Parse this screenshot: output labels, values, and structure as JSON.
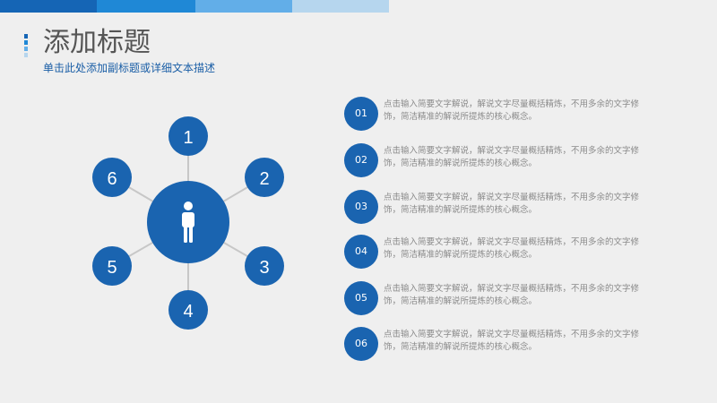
{
  "header": {
    "title": "添加标题",
    "subtitle": "单击此处添加副标题或详细文本描述"
  },
  "colors": {
    "primary": "#1a64b0",
    "connector": "#c7c7c7",
    "text_gray": "#8a8a8a",
    "subtitle_blue": "#1a5ea6",
    "topbar": [
      "#1565b5",
      "#1f88d6",
      "#62aee8",
      "#b6d6ee"
    ]
  },
  "center_icon": "person-icon",
  "nodes": [
    {
      "label": "1"
    },
    {
      "label": "2"
    },
    {
      "label": "3"
    },
    {
      "label": "4"
    },
    {
      "label": "5"
    },
    {
      "label": "6"
    }
  ],
  "items": [
    {
      "num": "01",
      "text": "点击输入简要文字解说，解说文字尽量概括精炼，不用多余的文字修饰，简洁精准的解说所提炼的核心概念。"
    },
    {
      "num": "02",
      "text": "点击输入简要文字解说，解说文字尽量概括精炼，不用多余的文字修饰，简洁精准的解说所提炼的核心概念。"
    },
    {
      "num": "03",
      "text": "点击输入简要文字解说，解说文字尽量概括精炼，不用多余的文字修饰，简洁精准的解说所提炼的核心概念。"
    },
    {
      "num": "04",
      "text": "点击输入简要文字解说，解说文字尽量概括精炼，不用多余的文字修饰，简洁精准的解说所提炼的核心概念。"
    },
    {
      "num": "05",
      "text": "点击输入简要文字解说，解说文字尽量概括精炼，不用多余的文字修饰，简洁精准的解说所提炼的核心概念。"
    },
    {
      "num": "06",
      "text": "点击输入简要文字解说，解说文字尽量概括精炼，不用多余的文字修饰，简洁精准的解说所提炼的核心概念。"
    }
  ]
}
